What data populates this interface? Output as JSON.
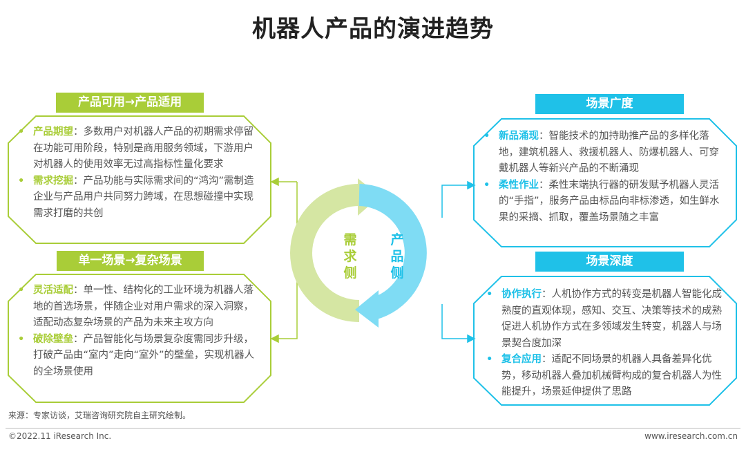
{
  "title": "机器人产品的演进趋势",
  "left": [
    {
      "header": "产品可用→产品适用",
      "items": [
        {
          "key": "产品期望",
          "sep": "：",
          "text": "多数用户对机器人产品的初期需求停留在功能可用阶段，特别是商用服务领域，下游用户对机器人的使用效率无过高指标性量化要求"
        },
        {
          "key": "需求挖掘",
          "sep": "：",
          "text": "产品功能与实际需求间的“鸿沟”需制造企业与产品用户共同努力跨域，在思想碰撞中实现需求打磨的共创"
        }
      ]
    },
    {
      "header": "单一场景→复杂场景",
      "items": [
        {
          "key": "灵活适配",
          "sep": "：",
          "text": "单一性、结构化的工业环境为机器人落地的首选场景，伴随企业对用户需求的深入洞察，适配动态复杂场景的产品为未来主攻方向"
        },
        {
          "key": "破除壁垒",
          "sep": "：",
          "text": "产品智能化与场景复杂度需同步升级，打破产品由“室内”走向“室外”的壁垒，实现机器人的全场景使用"
        }
      ]
    }
  ],
  "right": [
    {
      "header": "场景广度",
      "items": [
        {
          "key": "新品涌现",
          "sep": "：",
          "text": "智能技术的加持助推产品的多样化落地，建筑机器人、救援机器人、防爆机器人、可穿戴机器人等新兴产品的不断涌现"
        },
        {
          "key": "柔性作业",
          "sep": "：",
          "text": "柔性末端执行器的研发赋予机器人灵活的“手指”，服务产品由标品向非标渗透，如生鲜水果的采摘、抓取，覆盖场景随之丰富"
        }
      ]
    },
    {
      "header": "场景深度",
      "items": [
        {
          "key": "协作执行",
          "sep": "：",
          "text": "人机协作方式的转变是机器人智能化成熟度的直观体现，感知、交互、决策等技术的成熟促进人机协作方式在多领域发生转变，机器人与场景契合度加深"
        },
        {
          "key": "复合应用",
          "sep": "：",
          "text": "适配不同场景的机器人具备差异化优势，移动机器人叠加机械臂构成的复合机器人为性能提升，场景延伸提供了思路"
        }
      ]
    }
  ],
  "cycle": {
    "demand": "需求侧",
    "product": "产品侧"
  },
  "colors": {
    "green": "#a9cd38",
    "blue": "#1fc1e8"
  },
  "footer": {
    "source": "来源：专家访谈，艾瑞咨询研究院自主研究绘制。",
    "copyright": "©2022.11 iResearch Inc.",
    "site": "www.iresearch.com.cn"
  }
}
